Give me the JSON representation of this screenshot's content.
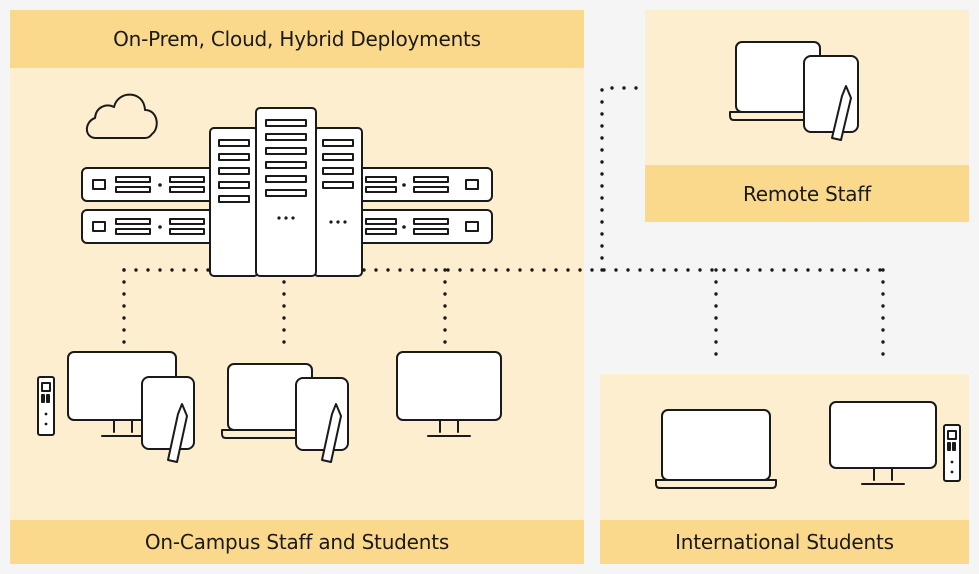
{
  "diagram": {
    "labels": {
      "deployments": "On-Prem, Cloud, Hybrid Deployments",
      "remote_staff": "Remote Staff",
      "on_campus": "On-Campus Staff and Students",
      "international": "International Students"
    },
    "icons": {
      "cloud": "cloud-icon",
      "servers": "server-rack-icon",
      "devices": [
        "desktop-icon",
        "tablet-icon",
        "laptop-icon",
        "stylus-icon",
        "tower-pc-icon"
      ]
    },
    "colors": {
      "background": "#f5f5f5",
      "panel": "#fdeed0",
      "band": "#fbd98c",
      "stroke": "#1a1a1a"
    }
  }
}
